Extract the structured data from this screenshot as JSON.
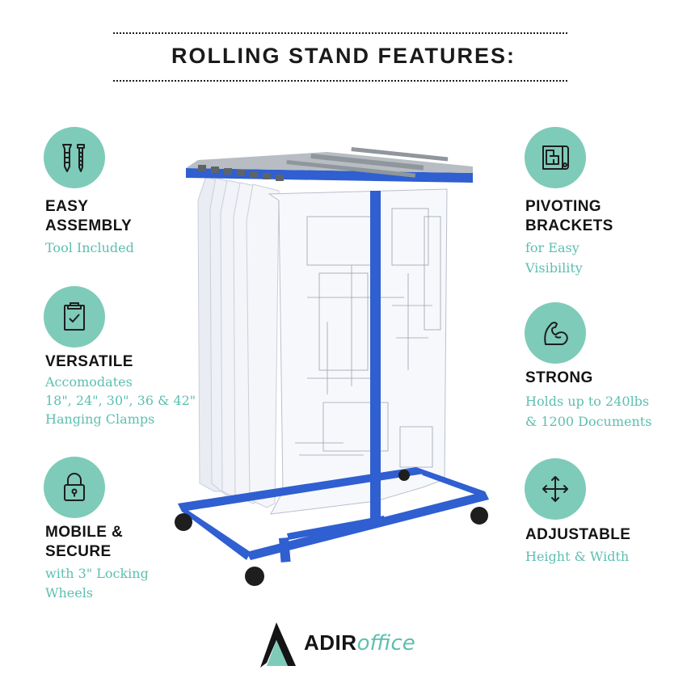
{
  "header": {
    "title": "ROLLING STAND FEATURES:"
  },
  "features_left": [
    {
      "title_lines": [
        "EASY",
        "ASSEMBLY"
      ],
      "sub_lines": [
        "Tool Included"
      ],
      "icon": "anchor-screw-icon"
    },
    {
      "title_lines": [
        "VERSATILE"
      ],
      "sub_lines": [
        "Accomodates",
        "18\", 24\", 30\", 36 & 42\"",
        "Hanging Clamps"
      ],
      "icon": "clipboard-check-icon"
    },
    {
      "title_lines": [
        "MOBILE &",
        "SECURE"
      ],
      "sub_lines": [
        "with 3\" Locking",
        "Wheels"
      ],
      "icon": "padlock-icon"
    }
  ],
  "features_right": [
    {
      "title_lines": [
        "PIVOTING",
        "BRACKETS"
      ],
      "sub_lines": [
        "for Easy",
        "Visibility"
      ],
      "icon": "blueprint-scroll-icon"
    },
    {
      "title_lines": [
        "STRONG"
      ],
      "sub_lines": [
        "Holds up to 240lbs",
        "& 1200 Documents"
      ],
      "icon": "flexed-arm-icon"
    },
    {
      "title_lines": [
        "ADJUSTABLE"
      ],
      "sub_lines": [
        "Height & Width"
      ],
      "icon": "four-way-arrows-icon"
    }
  ],
  "logo": {
    "bold": "ADIR",
    "italic": "office"
  },
  "colors": {
    "accent": "#7ecbb9",
    "accent_text": "#5cbfb0",
    "frame": "#2f5fd0",
    "text": "#141414"
  }
}
